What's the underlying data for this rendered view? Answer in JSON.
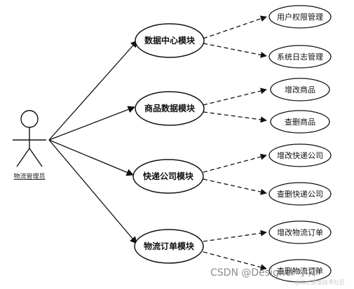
{
  "actor": {
    "label": "物流管理员"
  },
  "modules": [
    {
      "label": "数据中心模块",
      "cases": [
        "用户权限管理",
        "系统日志管理"
      ]
    },
    {
      "label": "商品数据模块",
      "cases": [
        "增改商品",
        "查删商品"
      ]
    },
    {
      "label": "快递公司模块",
      "cases": [
        "增改快递公司",
        "查删快递公司"
      ]
    },
    {
      "label": "物流订单模块",
      "cases": [
        "增改物流订单",
        "查删物流订单"
      ]
    }
  ],
  "watermark": {
    "text": "CSDN @Designer 小郑",
    "subtext": "@稀土掘金技术社区"
  },
  "colors": {
    "line": "#111111",
    "ellipse_fill": "#ffffff"
  }
}
